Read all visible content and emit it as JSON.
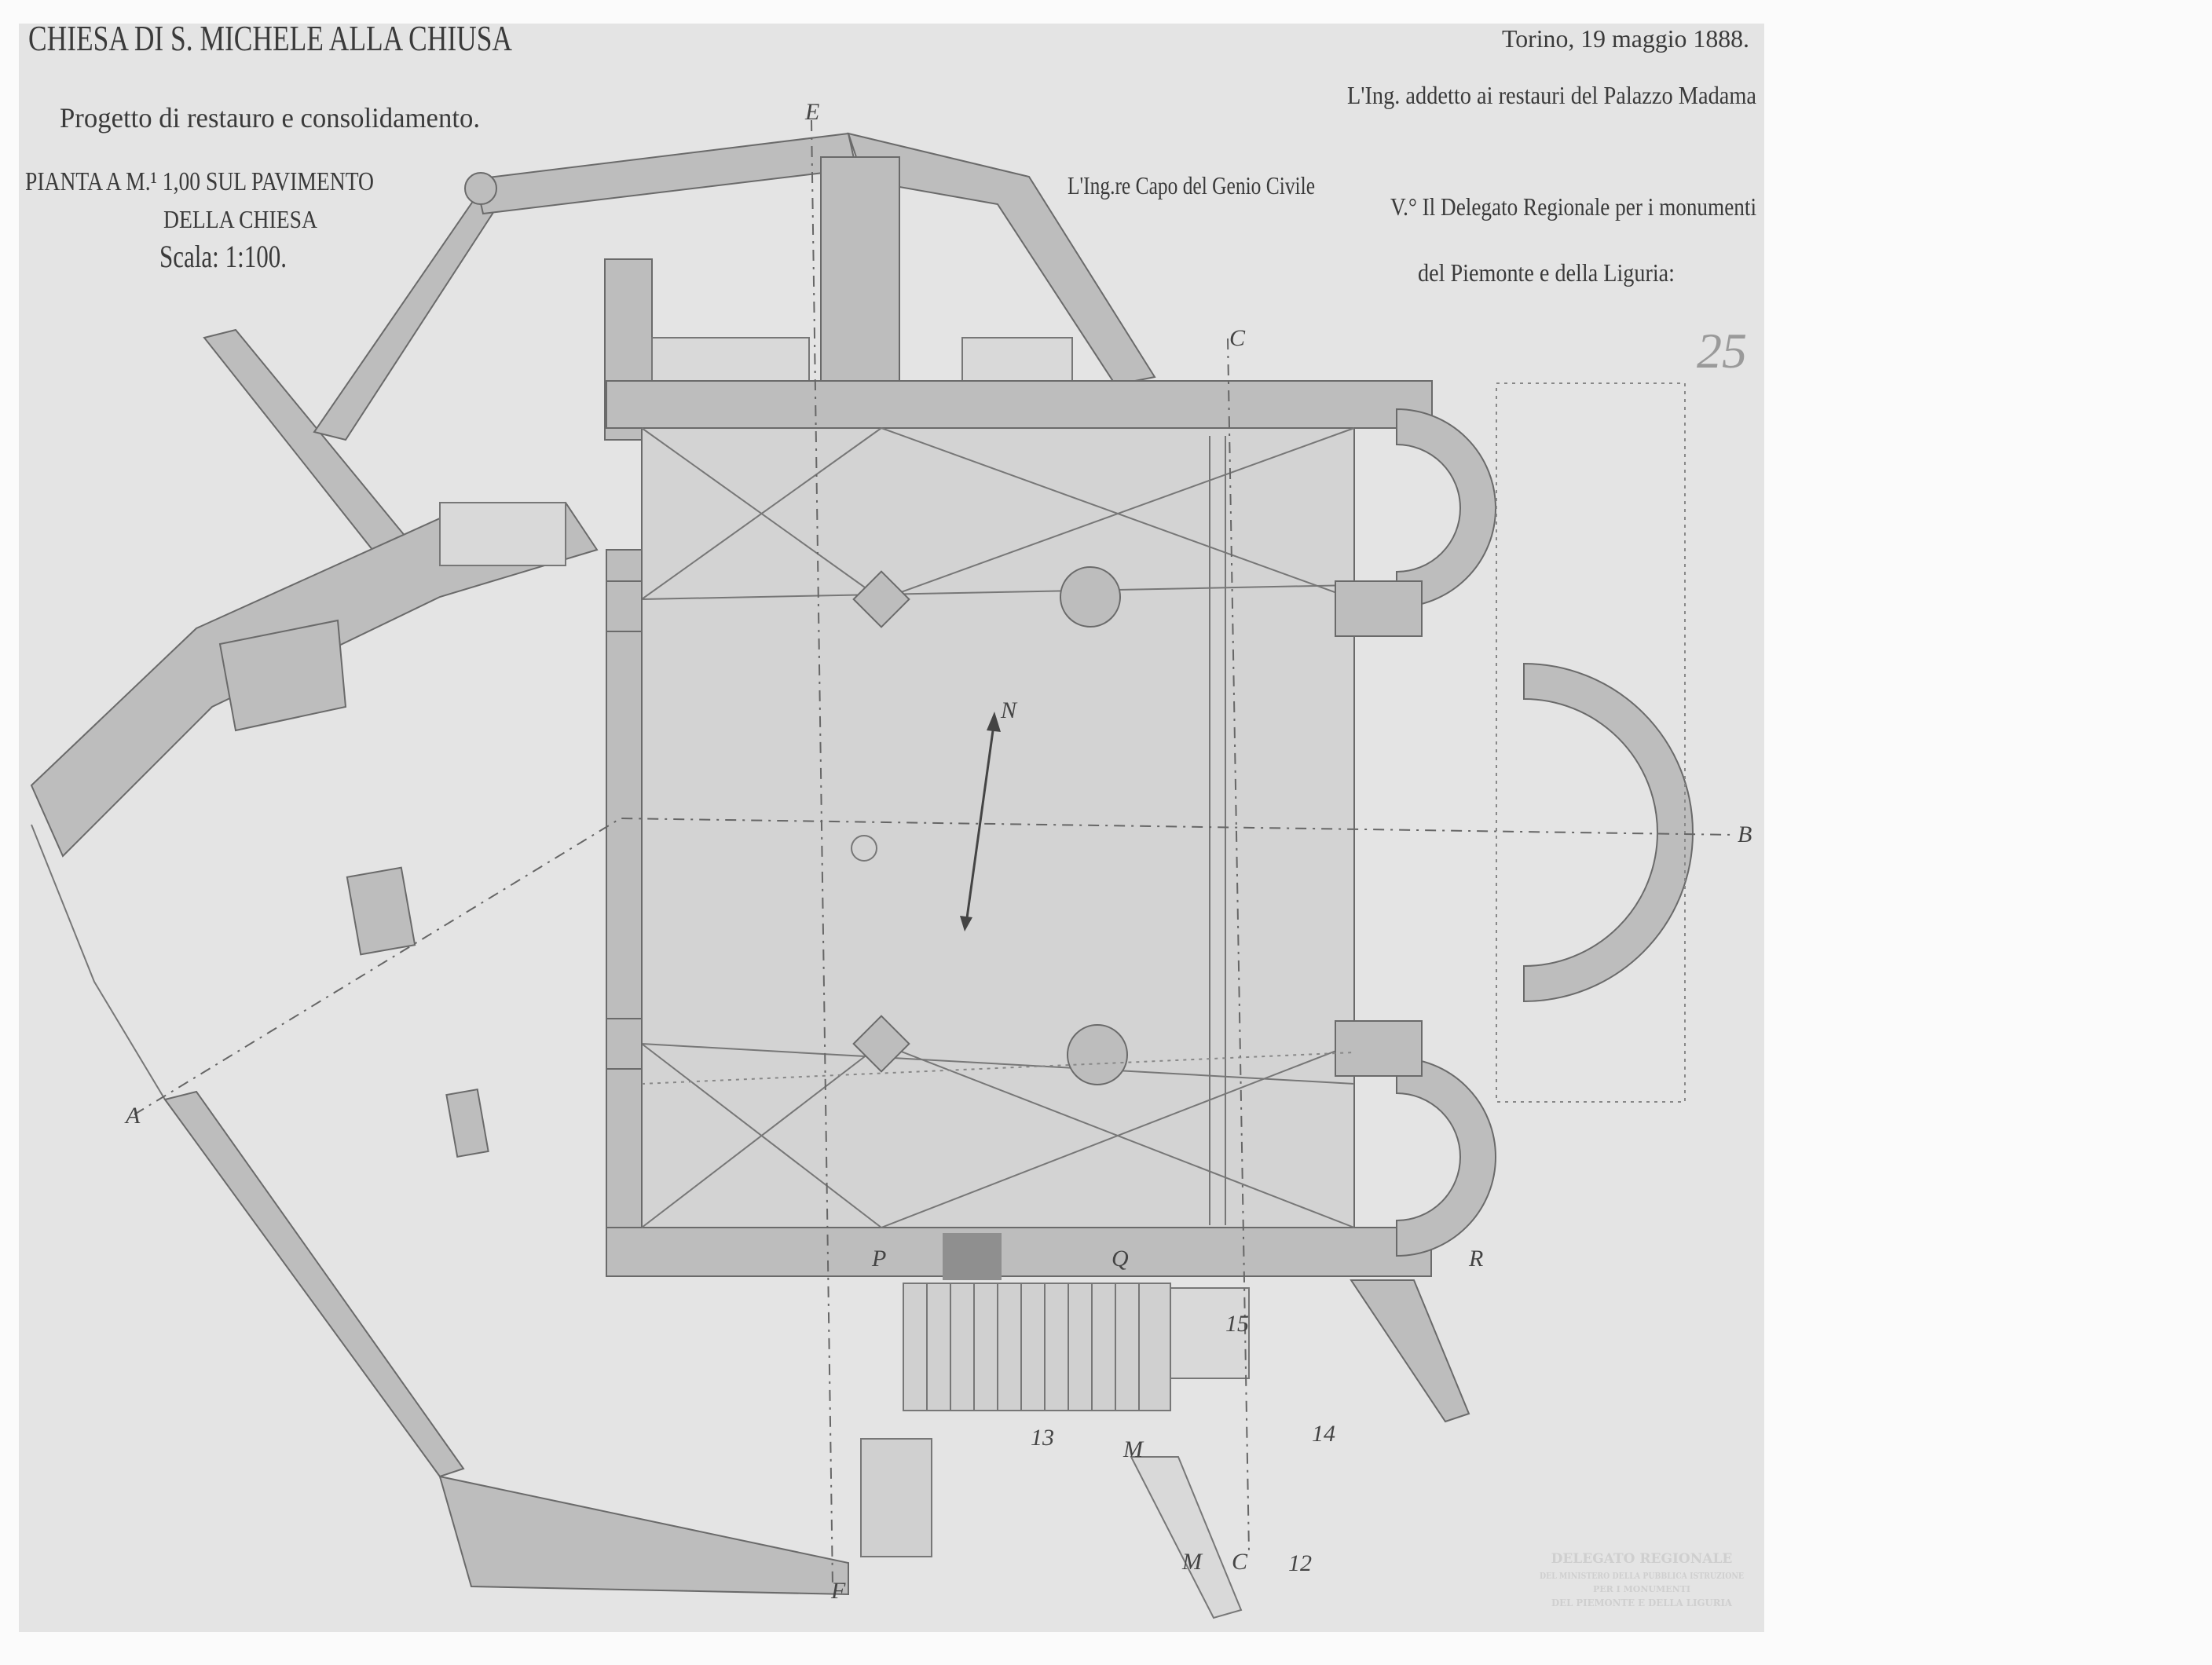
{
  "title": "CHIESA DI S. MICHELE ALLA CHIUSA",
  "subtitle": "Progetto di restauro e consolidamento.",
  "plan_caption": [
    "PIANTA A M.¹ 1,00 SUL PAVIMENTO",
    "DELLA CHIESA"
  ],
  "scale": "Scala: 1:100.",
  "date": "Torino, 19 maggio 1888.",
  "signatures": [
    "L'Ing. addetto ai restauri del Palazzo Madama",
    "L'Ing.re Capo del Genio Civile",
    "V.° Il Delegato Regionale per i monumenti",
    "del Piemonte e della Liguria:"
  ],
  "sheet_number": "25",
  "stamp": [
    "DELEGATO REGIONALE",
    "DEL MINISTERO DELLA PUBBLICA ISTRUZIONE",
    "PER I MONUMENTI",
    "DEL PIEMONTE E DELLA LIGURIA"
  ],
  "plan_labels": {
    "section_a": "A",
    "section_b": "B",
    "section_c_top": "C",
    "section_e": "E",
    "section_f": "F",
    "north": "N",
    "p": "P",
    "q": "Q",
    "r": "R",
    "room_12": "12",
    "room_13": "13",
    "room_14": "14",
    "room_15": "15",
    "m1": "M",
    "m2": "M",
    "c_bottom": "C"
  },
  "colors": {
    "paper": "#e4e4e4",
    "wall": "#bdbdbd",
    "ink": "#3e3e3e"
  }
}
